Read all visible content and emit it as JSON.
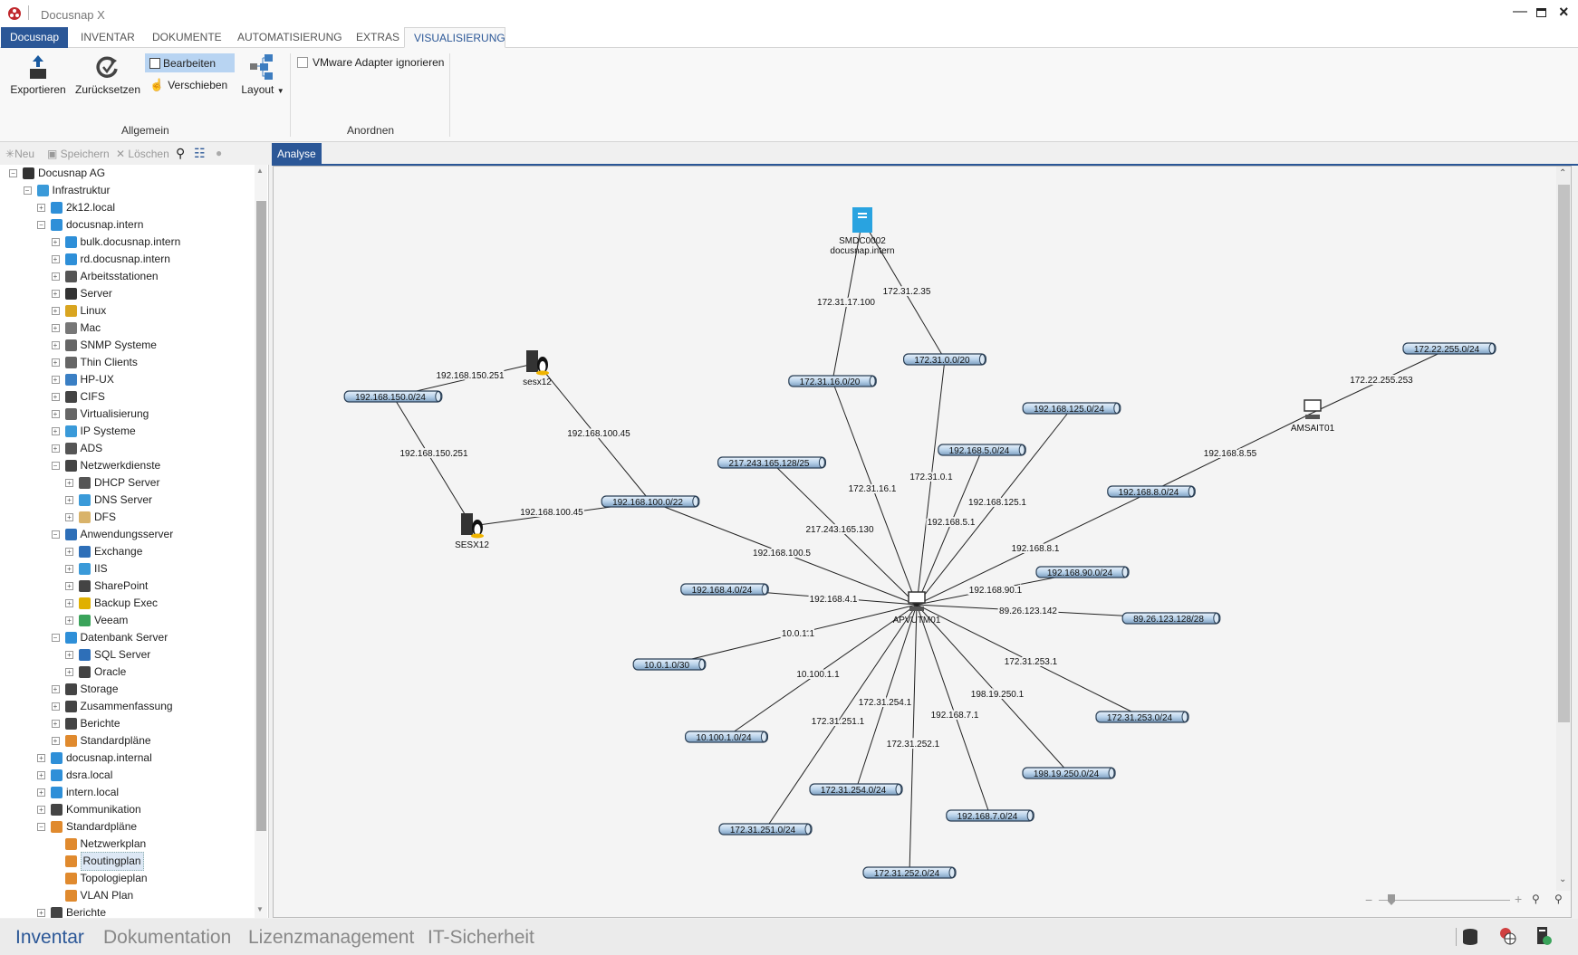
{
  "app": {
    "title": "Docusnap X"
  },
  "tabs": [
    {
      "label": "Docusnap"
    },
    {
      "label": "INVENTAR"
    },
    {
      "label": "DOKUMENTE"
    },
    {
      "label": "AUTOMATISIERUNG"
    },
    {
      "label": "EXTRAS"
    },
    {
      "label": "VISUALISIERUNG"
    }
  ],
  "ribbon": {
    "export": "Exportieren",
    "reset": "Zurücksetzen",
    "edit": "Bearbeiten",
    "move": "Verschieben",
    "layout": "Layout",
    "vmware": "VMware Adapter ignorieren",
    "group_general": "Allgemein",
    "group_arrange": "Anordnen",
    "vmware_checked": false
  },
  "toolbar": {
    "new": "Neu",
    "save": "Speichern",
    "delete": "Löschen"
  },
  "tree": [
    {
      "label": "Docusnap AG",
      "level": 0,
      "exp": "-",
      "icon": "building",
      "color": "#333"
    },
    {
      "label": "Infrastruktur",
      "level": 1,
      "exp": "-",
      "icon": "globe-pc",
      "color": "#3a9ad9"
    },
    {
      "label": "2k12.local",
      "level": 2,
      "exp": "+",
      "icon": "domain",
      "color": "#2e8fd8"
    },
    {
      "label": "docusnap.intern",
      "level": 2,
      "exp": "-",
      "icon": "domain",
      "color": "#2e8fd8"
    },
    {
      "label": "bulk.docusnap.intern",
      "level": 3,
      "exp": "+",
      "icon": "domain",
      "color": "#2e8fd8"
    },
    {
      "label": "rd.docusnap.intern",
      "level": 3,
      "exp": "+",
      "icon": "domain",
      "color": "#2e8fd8"
    },
    {
      "label": "Arbeitsstationen",
      "level": 3,
      "exp": "+",
      "icon": "workstation",
      "color": "#555"
    },
    {
      "label": "Server",
      "level": 3,
      "exp": "+",
      "icon": "server",
      "color": "#333"
    },
    {
      "label": "Linux",
      "level": 3,
      "exp": "+",
      "icon": "linux",
      "color": "#d9a520"
    },
    {
      "label": "Mac",
      "level": 3,
      "exp": "+",
      "icon": "monitor",
      "color": "#777"
    },
    {
      "label": "SNMP Systeme",
      "level": 3,
      "exp": "+",
      "icon": "network",
      "color": "#666"
    },
    {
      "label": "Thin Clients",
      "level": 3,
      "exp": "+",
      "icon": "thin-client",
      "color": "#666"
    },
    {
      "label": "HP-UX",
      "level": 3,
      "exp": "+",
      "icon": "hp",
      "color": "#3a7fc4"
    },
    {
      "label": "CIFS",
      "level": 3,
      "exp": "+",
      "icon": "cifs",
      "color": "#444"
    },
    {
      "label": "Virtualisierung",
      "level": 3,
      "exp": "+",
      "icon": "virtual",
      "color": "#666"
    },
    {
      "label": "IP Systeme",
      "level": 3,
      "exp": "+",
      "icon": "ip",
      "color": "#3a9ad9"
    },
    {
      "label": "ADS",
      "level": 3,
      "exp": "+",
      "icon": "ads",
      "color": "#555"
    },
    {
      "label": "Netzwerkdienste",
      "level": 3,
      "exp": "-",
      "icon": "services",
      "color": "#444"
    },
    {
      "label": "DHCP Server",
      "level": 4,
      "exp": "+",
      "icon": "dhcp",
      "color": "#555"
    },
    {
      "label": "DNS Server",
      "level": 4,
      "exp": "+",
      "icon": "dns",
      "color": "#3a9ad9"
    },
    {
      "label": "DFS",
      "level": 4,
      "exp": "+",
      "icon": "folder",
      "color": "#d9b36a"
    },
    {
      "label": "Anwendungsserver",
      "level": 3,
      "exp": "-",
      "icon": "appserver",
      "color": "#2e6fb8"
    },
    {
      "label": "Exchange",
      "level": 4,
      "exp": "+",
      "icon": "exchange",
      "color": "#2e6fb8"
    },
    {
      "label": "IIS",
      "level": 4,
      "exp": "+",
      "icon": "iis",
      "color": "#3a9ad9"
    },
    {
      "label": "SharePoint",
      "level": 4,
      "exp": "+",
      "icon": "sharepoint",
      "color": "#444"
    },
    {
      "label": "Backup Exec",
      "level": 4,
      "exp": "+",
      "icon": "backup",
      "color": "#e0b000"
    },
    {
      "label": "Veeam",
      "level": 4,
      "exp": "+",
      "icon": "veeam",
      "color": "#3aa35a"
    },
    {
      "label": "Datenbank Server",
      "level": 3,
      "exp": "-",
      "icon": "database",
      "color": "#2e8fd8"
    },
    {
      "label": "SQL Server",
      "level": 4,
      "exp": "+",
      "icon": "sql",
      "color": "#2e6fb8"
    },
    {
      "label": "Oracle",
      "level": 4,
      "exp": "+",
      "icon": "oracle",
      "color": "#444"
    },
    {
      "label": "Storage",
      "level": 3,
      "exp": "+",
      "icon": "storage",
      "color": "#444"
    },
    {
      "label": "Zusammenfassung",
      "level": 3,
      "exp": "+",
      "icon": "search",
      "color": "#444"
    },
    {
      "label": "Berichte",
      "level": 3,
      "exp": "+",
      "icon": "report",
      "color": "#444"
    },
    {
      "label": "Standardpläne",
      "level": 3,
      "exp": "+",
      "icon": "plans",
      "color": "#e08a2e"
    },
    {
      "label": "docusnap.internal",
      "level": 2,
      "exp": "+",
      "icon": "domain",
      "color": "#2e8fd8"
    },
    {
      "label": "dsra.local",
      "level": 2,
      "exp": "+",
      "icon": "domain",
      "color": "#2e8fd8"
    },
    {
      "label": "intern.local",
      "level": 2,
      "exp": "+",
      "icon": "domain",
      "color": "#2e8fd8"
    },
    {
      "label": "Kommunikation",
      "level": 2,
      "exp": "+",
      "icon": "share",
      "color": "#444"
    },
    {
      "label": "Standardpläne",
      "level": 2,
      "exp": "-",
      "icon": "plans",
      "color": "#e08a2e"
    },
    {
      "label": "Netzwerkplan",
      "level": 3,
      "exp": "",
      "icon": "plans",
      "color": "#e08a2e"
    },
    {
      "label": "Routingplan",
      "level": 3,
      "exp": "",
      "icon": "plans",
      "color": "#e08a2e",
      "selected": true
    },
    {
      "label": "Topologieplan",
      "level": 3,
      "exp": "",
      "icon": "plans",
      "color": "#e08a2e"
    },
    {
      "label": "VLAN Plan",
      "level": 3,
      "exp": "",
      "icon": "plans",
      "color": "#e08a2e"
    },
    {
      "label": "Berichte",
      "level": 2,
      "exp": "+",
      "icon": "report",
      "color": "#444"
    }
  ],
  "doc_tab": "Analyse",
  "graph": {
    "hosts": [
      {
        "id": "hub",
        "label": "APVUTM01",
        "type": "router"
      },
      {
        "id": "smdc",
        "label": "SMDC0002",
        "label2": "docusnap.intern",
        "type": "server-blue"
      },
      {
        "id": "sesx12a",
        "label": "sesx12",
        "type": "linux"
      },
      {
        "id": "sesx12b",
        "label": "SESX12",
        "type": "linux"
      },
      {
        "id": "ams",
        "label": "AMSAIT01",
        "type": "router"
      }
    ],
    "subnets": [
      {
        "id": "n150",
        "label": "192.168.150.0/24"
      },
      {
        "id": "n100",
        "label": "192.168.100.0/22"
      },
      {
        "id": "n1716",
        "label": "172.31.16.0/20"
      },
      {
        "id": "n1710",
        "label": "172.31.0.0/20"
      },
      {
        "id": "n172",
        "label": "172.22.255.0/24"
      },
      {
        "id": "n125",
        "label": "192.168.125.0/24"
      },
      {
        "id": "n5",
        "label": "192.168.5.0/24"
      },
      {
        "id": "n217",
        "label": "217.243.165.128/25"
      },
      {
        "id": "n8",
        "label": "192.168.8.0/24"
      },
      {
        "id": "n90",
        "label": "192.168.90.0/24"
      },
      {
        "id": "n89",
        "label": "89.26.123.128/28"
      },
      {
        "id": "n4",
        "label": "192.168.4.0/24"
      },
      {
        "id": "n10",
        "label": "10.0.1.0/30"
      },
      {
        "id": "n10100",
        "label": "10.100.1.0/24"
      },
      {
        "id": "n254",
        "label": "172.31.254.0/24"
      },
      {
        "id": "n251",
        "label": "172.31.251.0/24"
      },
      {
        "id": "n252",
        "label": "172.31.252.0/24"
      },
      {
        "id": "n7",
        "label": "192.168.7.0/24"
      },
      {
        "id": "n198",
        "label": "198.19.250.0/24"
      },
      {
        "id": "n253",
        "label": "172.31.253.0/24"
      }
    ],
    "links": [
      {
        "from": "hub",
        "to": "n100",
        "ip": "192.168.100.5"
      },
      {
        "from": "hub",
        "to": "n217",
        "ip": "217.243.165.130"
      },
      {
        "from": "hub",
        "to": "n1716",
        "ip": "172.31.16.1"
      },
      {
        "from": "hub",
        "to": "n1710",
        "ip": "172.31.0.1"
      },
      {
        "from": "hub",
        "to": "n5",
        "ip": "192.168.5.1"
      },
      {
        "from": "hub",
        "to": "n125",
        "ip": "192.168.125.1"
      },
      {
        "from": "hub",
        "to": "n8",
        "ip": "192.168.8.1"
      },
      {
        "from": "hub",
        "to": "n90",
        "ip": "192.168.90.1"
      },
      {
        "from": "hub",
        "to": "n89",
        "ip": "89.26.123.142"
      },
      {
        "from": "hub",
        "to": "n4",
        "ip": "192.168.4.1"
      },
      {
        "from": "hub",
        "to": "n10",
        "ip": "10.0.1.1"
      },
      {
        "from": "hub",
        "to": "n10100",
        "ip": "10.100.1.1"
      },
      {
        "from": "hub",
        "to": "n254",
        "ip": "172.31.254.1"
      },
      {
        "from": "hub",
        "to": "n251",
        "ip": "172.31.251.1"
      },
      {
        "from": "hub",
        "to": "n252",
        "ip": "172.31.252.1"
      },
      {
        "from": "hub",
        "to": "n7",
        "ip": "192.168.7.1"
      },
      {
        "from": "hub",
        "to": "n198",
        "ip": "198.19.250.1"
      },
      {
        "from": "hub",
        "to": "n253",
        "ip": "172.31.253.1"
      },
      {
        "from": "smdc",
        "to": "n1716",
        "ip": "172.31.17.100"
      },
      {
        "from": "smdc",
        "to": "n1710",
        "ip": "172.31.2.35"
      },
      {
        "from": "sesx12a",
        "to": "n150",
        "ip": "192.168.150.251"
      },
      {
        "from": "sesx12a",
        "to": "n100",
        "ip": "192.168.100.45"
      },
      {
        "from": "sesx12b",
        "to": "n150",
        "ip": "192.168.150.251"
      },
      {
        "from": "sesx12b",
        "to": "n100",
        "ip": "192.168.100.45"
      },
      {
        "from": "ams",
        "to": "n172",
        "ip": "172.22.255.253"
      },
      {
        "from": "ams",
        "to": "n8",
        "ip": "192.168.8.55"
      }
    ]
  },
  "zoom_level": 0.6,
  "bottom_tabs": [
    {
      "label": "Inventar"
    },
    {
      "label": "Dokumentation"
    },
    {
      "label": "Lizenzmanagement"
    },
    {
      "label": "IT-Sicherheit"
    }
  ],
  "colors": {
    "accent": "#2b5797",
    "canvas": "#f4f4f4",
    "subnet_fill": "#b9d3ea"
  }
}
